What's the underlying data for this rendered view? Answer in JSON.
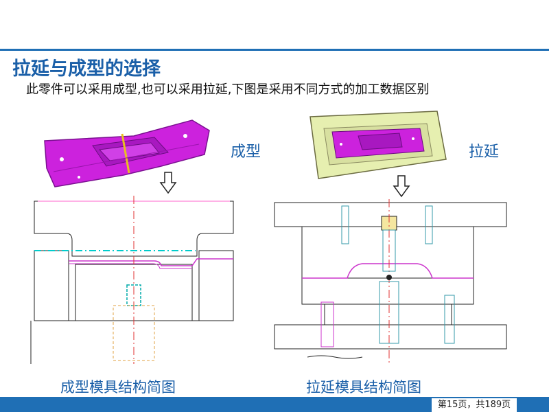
{
  "slide": {
    "title": "拉延与成型的选择",
    "subtitle": "此零件可以采用成型,也可以采用拉延,下图是采用不同方式的加工数据区别"
  },
  "left": {
    "label": "成型",
    "caption": "成型模具结构简图"
  },
  "right": {
    "label": "拉延",
    "caption": "拉延模具结构简图"
  },
  "footer": {
    "page": "第15页，共189页"
  },
  "colors": {
    "accent": "#1f6fb5",
    "title": "#1a5fa8",
    "part": "#cc22dd",
    "sheet": "#e6efb0"
  },
  "icons": {
    "down_arrow": "outline-down-arrow-icon"
  }
}
